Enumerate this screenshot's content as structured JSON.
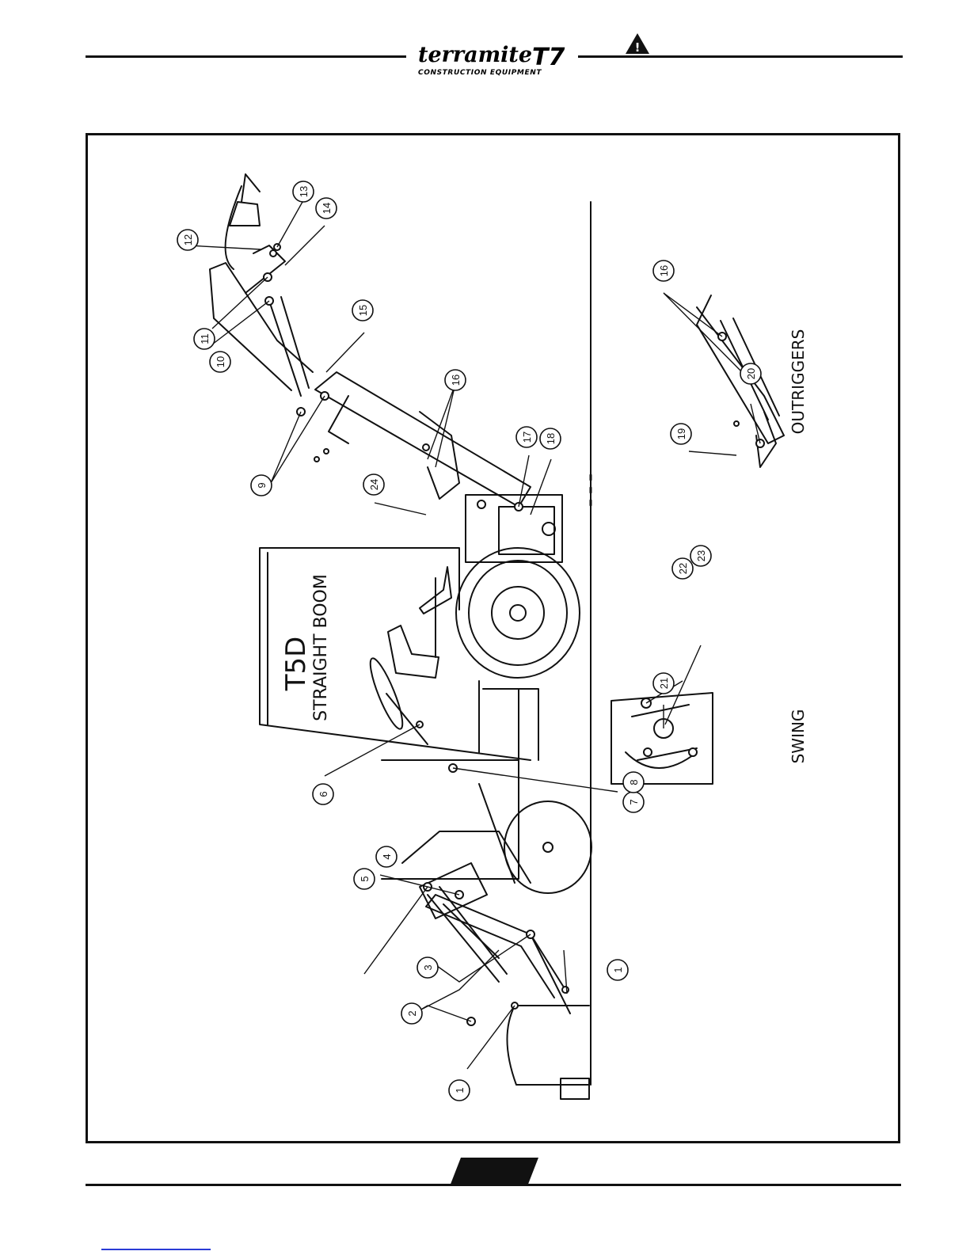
{
  "header": {
    "brand_name": "terramite",
    "brand_mark": "T7",
    "brand_sub": "CONSTRUCTION EQUIPMENT",
    "warning_symbol": "!"
  },
  "diagram": {
    "model_label": "T5D",
    "model_sub": "STRAIGHT BOOM",
    "swing_label": "SWING",
    "outriggers_label": "OUTRIGGERS",
    "callouts": {
      "c1a": "1",
      "c1b": "1",
      "c2": "2",
      "c3": "3",
      "c4": "4",
      "c5": "5",
      "c6": "6",
      "c7": "7",
      "c8": "8",
      "c9": "9",
      "c10": "10",
      "c11": "11",
      "c12": "12",
      "c13": "13",
      "c14": "14",
      "c15": "15",
      "c16a": "16",
      "c16b": "16",
      "c17": "17",
      "c18": "18",
      "c19": "19",
      "c20": "20",
      "c21": "21",
      "c22": "22",
      "c23": "23",
      "c24": "24"
    }
  },
  "colors": {
    "ink": "#111111",
    "link": "#2a3bd6"
  }
}
